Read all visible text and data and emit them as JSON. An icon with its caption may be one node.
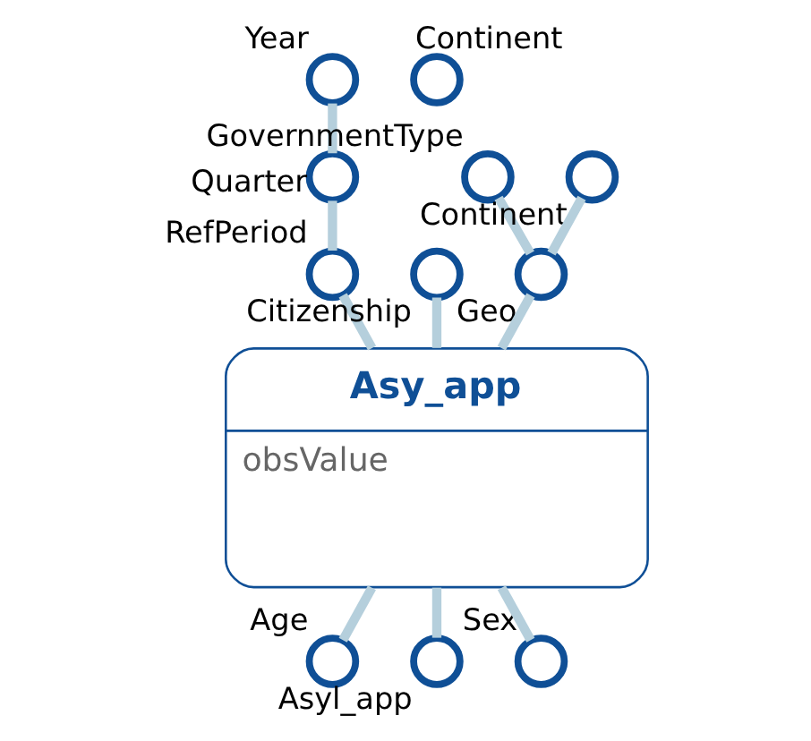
{
  "diagram": {
    "nodes": [
      {
        "text": [
          "Year"
        ]
      },
      {
        "text": [
          "GovernmentType"
        ]
      },
      {
        "text": [
          "Continent"
        ]
      },
      {
        "text": [
          "Quarter"
        ]
      },
      {
        "text": [
          "Continent"
        ]
      },
      {
        "text": [
          "RefPeriod"
        ]
      },
      {
        "text": [
          "Citizenship"
        ]
      },
      {
        "text": [
          "Asy_app",
          "obsValue"
        ]
      },
      {
        "text": [
          "Geo"
        ]
      },
      {
        "text": [
          "Age"
        ]
      },
      {
        "text": [
          "Asyl_app"
        ]
      },
      {
        "text": [
          "Sex"
        ]
      }
    ],
    "edges": [
      {
        "from": 0,
        "to": 3,
        "arrow": "none"
      },
      {
        "from": 3,
        "to": 5,
        "arrow": "none"
      },
      {
        "from": 5,
        "to": 7,
        "arrow": "none"
      },
      {
        "from": 6,
        "to": 7,
        "arrow": "none"
      },
      {
        "from": 1,
        "to": 8,
        "arrow": "none"
      },
      {
        "from": 2,
        "to": 8,
        "arrow": "none"
      },
      {
        "from": 8,
        "to": 7,
        "arrow": "none"
      },
      {
        "from": 7,
        "to": 9,
        "arrow": "none"
      },
      {
        "from": 7,
        "to": 10,
        "arrow": "none"
      },
      {
        "from": 7,
        "to": 11,
        "arrow": "none"
      }
    ]
  }
}
